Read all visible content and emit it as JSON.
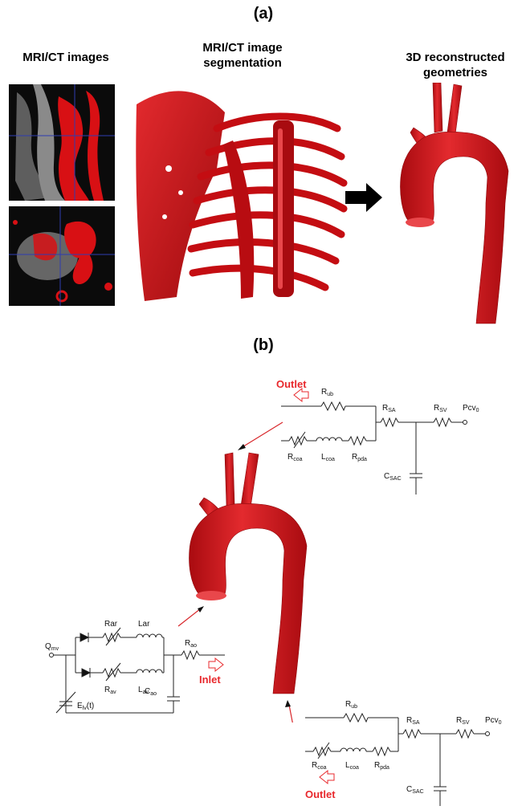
{
  "panel_a": {
    "label": "(a)",
    "headings": {
      "images": "MRI/CT images",
      "segmentation_line1": "MRI/CT image",
      "segmentation_line2": "segmentation",
      "geometry_line1": "3D reconstructed",
      "geometry_line2": "geometries"
    }
  },
  "panel_b": {
    "label": "(b)",
    "outlet_label": "Outlet",
    "inlet_label": "Inlet",
    "top_circuit": {
      "r_ub": {
        "base": "R",
        "sub": "ub"
      },
      "r_sa": {
        "base": "R",
        "sub": "SA"
      },
      "r_sv": {
        "base": "R",
        "sub": "SV"
      },
      "p_cv": {
        "base": "Pcv",
        "sub": "0"
      },
      "r_coa": {
        "base": "R",
        "sub": "coa"
      },
      "l_coa": {
        "base": "L",
        "sub": "coa"
      },
      "r_pda": {
        "base": "R",
        "sub": "pda"
      },
      "c_sac": {
        "base": "C",
        "sub": "SAC"
      }
    },
    "bottom_circuit": {
      "r_ub": {
        "base": "R",
        "sub": "ub"
      },
      "r_sa": {
        "base": "R",
        "sub": "SA"
      },
      "r_sv": {
        "base": "R",
        "sub": "SV"
      },
      "p_cv": {
        "base": "Pcv",
        "sub": "0"
      },
      "r_coa": {
        "base": "R",
        "sub": "coa"
      },
      "l_coa": {
        "base": "L",
        "sub": "coa"
      },
      "r_pda": {
        "base": "R",
        "sub": "pda"
      },
      "c_sac": {
        "base": "C",
        "sub": "SAC"
      }
    },
    "heart_circuit": {
      "q_mv": {
        "base": "Q",
        "sub": "mv"
      },
      "r_ar": "Rar",
      "l_ar": "Lar",
      "r_av": {
        "base": "R",
        "sub": "av"
      },
      "l_av": {
        "base": "L",
        "sub": "av"
      },
      "r_ao": {
        "base": "R",
        "sub": "ao"
      },
      "e_lv": {
        "base": "E",
        "sub": "lv",
        "suffix": "(t)"
      },
      "c_ao": {
        "base": "C",
        "sub": "ao"
      }
    }
  },
  "colors": {
    "vessel_red": "#d01015",
    "vessel_highlight": "#f04a4e",
    "label_red": "#e8282c",
    "scan_gray": "#6b6b6b"
  }
}
